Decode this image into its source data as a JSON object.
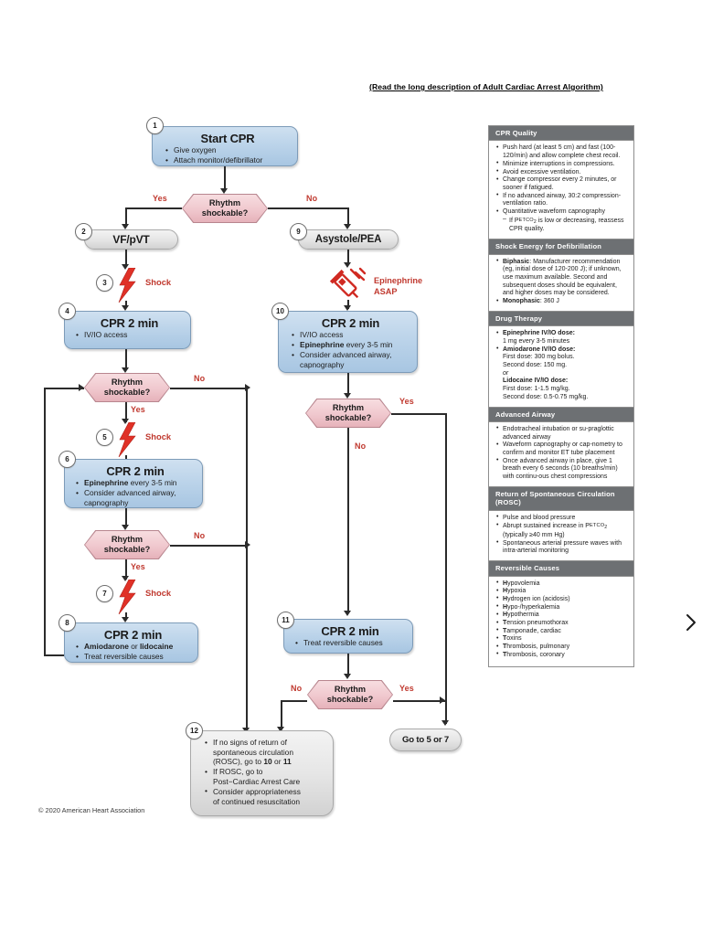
{
  "header": {
    "long_description_link": "(Read the long description of Adult Cardiac Arrest Algorithm)"
  },
  "flow": {
    "box1": {
      "number": "1",
      "title": "Start CPR",
      "items": [
        "Give oxygen",
        "Attach monitor/defibrillator"
      ]
    },
    "decision1": {
      "line1": "Rhythm",
      "line2": "shockable?",
      "yes": "Yes",
      "no": "No"
    },
    "box2": {
      "number": "2",
      "title": "VF/pVT"
    },
    "shock3": {
      "number": "3",
      "label": "Shock"
    },
    "box4": {
      "number": "4",
      "title": "CPR 2 min",
      "items": [
        "IV/IO access"
      ]
    },
    "decision2": {
      "line1": "Rhythm",
      "line2": "shockable?",
      "yes": "Yes",
      "no": "No"
    },
    "shock5": {
      "number": "5",
      "label": "Shock"
    },
    "box6": {
      "number": "6",
      "title": "CPR 2 min",
      "items": [
        "Epinephrine every 3-5 min",
        "Consider advanced airway, capnography"
      ]
    },
    "decision3": {
      "line1": "Rhythm",
      "line2": "shockable?",
      "yes": "Yes",
      "no": "No"
    },
    "shock7": {
      "number": "7",
      "label": "Shock"
    },
    "box8": {
      "number": "8",
      "title": "CPR 2 min",
      "items": [
        "Amiodarone or lidocaine",
        "Treat reversible causes"
      ]
    },
    "box9": {
      "number": "9",
      "title": "Asystole/PEA"
    },
    "epi_asap": {
      "line1": "Epinephrine",
      "line2": "ASAP"
    },
    "box10": {
      "number": "10",
      "title": "CPR 2 min",
      "items": [
        "IV/IO access",
        "Epinephrine every 3-5 min",
        "Consider advanced airway, capnography"
      ]
    },
    "decision4": {
      "line1": "Rhythm",
      "line2": "shockable?",
      "yes": "Yes",
      "no": "No"
    },
    "box11": {
      "number": "11",
      "title": "CPR 2 min",
      "items": [
        "Treat reversible causes"
      ]
    },
    "decision5": {
      "line1": "Rhythm",
      "line2": "shockable?",
      "yes": "Yes",
      "no": "No"
    },
    "box12": {
      "number": "12",
      "items": [
        "If no signs of return of spontaneous circulation (ROSC), go to 10 or 11",
        "If ROSC, go to Post−Cardiac Arrest Care",
        "Consider appropriateness of continued resuscitation"
      ]
    },
    "goto_box": {
      "label": "Go to 5 or 7"
    }
  },
  "panel": {
    "sections": [
      {
        "heading": "CPR Quality",
        "items": [
          "Push hard (at least 5 cm) and fast (100-120/min) and allow complete chest recoil.",
          "Minimize interruptions in compressions.",
          "Avoid excessive ventilation.",
          "Change compressor every 2 minutes, or sooner if fatigued.",
          "If no advanced airway, 30:2 compression-ventilation ratio.",
          "Quantitative waveform capnography",
          "If PETCO2 is low or decreasing, reassess CPR quality."
        ]
      },
      {
        "heading": "Shock Energy for Defibrillation",
        "items": [
          "Biphasic: Manufacturer recommendation (eg, initial dose of 120-200 J); if unknown, use maximum available. Second and subsequent doses should be equivalent, and higher doses may be considered.",
          "Monophasic: 360 J"
        ]
      },
      {
        "heading": "Drug Therapy",
        "items": [
          "Epinephrine IV/IO dose: 1 mg every 3-5 minutes",
          "Amiodarone IV/IO dose: First dose: 300 mg bolus. Second dose: 150 mg.",
          "or",
          "Lidocaine IV/IO dose: First dose: 1-1.5 mg/kg. Second dose: 0.5-0.75 mg/kg."
        ]
      },
      {
        "heading": "Advanced Airway",
        "items": [
          "Endotracheal intubation or su-praglottic advanced airway",
          "Waveform capnography or cap-nometry to confirm and monitor ET tube placement",
          "Once advanced airway in place, give 1 breath every 6 seconds (10 breaths/min) with continu-ous chest compressions"
        ]
      },
      {
        "heading": "Return of Spontaneous Circulation (ROSC)",
        "items": [
          "Pulse and blood pressure",
          "Abrupt sustained increase in PETCO2 (typically ≥40 mm Hg)",
          "Spontaneous arterial pressure waves with intra-arterial monitoring"
        ]
      },
      {
        "heading": "Reversible Causes",
        "items": [
          "Hypovolemia",
          "Hypoxia",
          "Hydrogen ion (acidosis)",
          "Hypo-/hyperkalemia",
          "Hypothermia",
          "Tension pneumothorax",
          "Tamponade, cardiac",
          "Toxins",
          "Thrombosis, pulmonary",
          "Thrombosis, coronary"
        ]
      }
    ]
  },
  "footer": {
    "copyright": "© 2020 American Heart Association"
  },
  "colors": {
    "accent_red": "#c0392f",
    "node_blue": "#bcd4ea",
    "node_grey": "#e6e6e6",
    "hex_pink": "#f0c8ce",
    "panel_header": "#6d7073"
  }
}
